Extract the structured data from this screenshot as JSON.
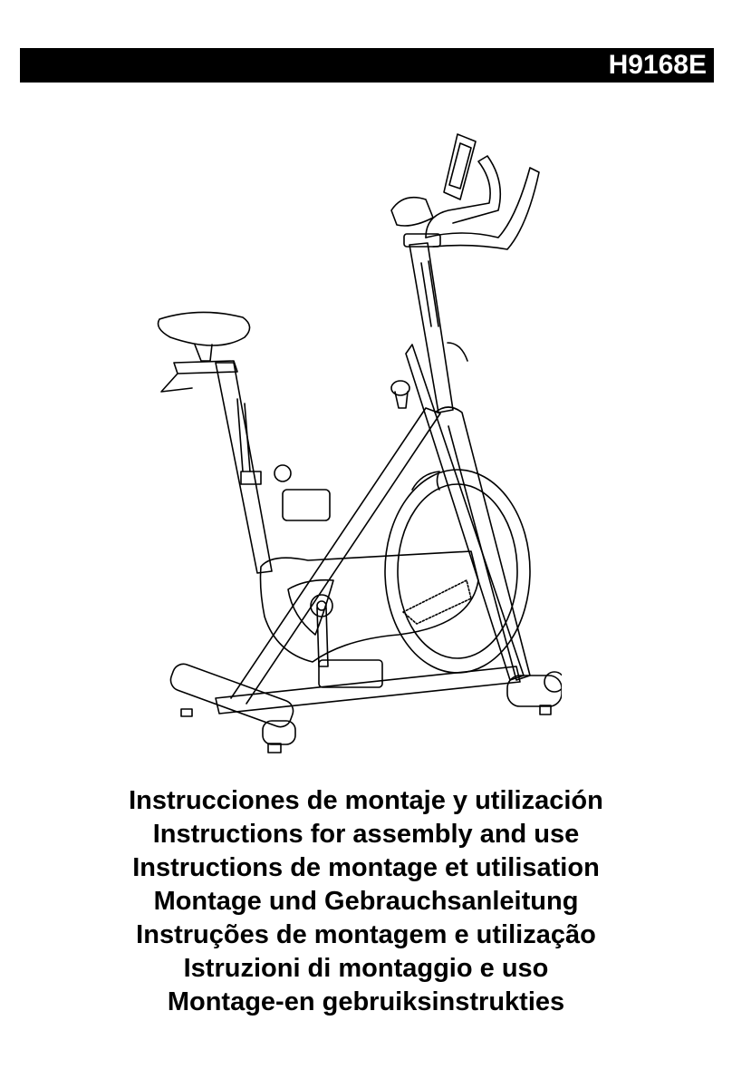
{
  "header": {
    "model_code": "H9168E"
  },
  "titles": [
    "Instrucciones de montaje y utilización",
    "Instructions for assembly and use",
    "Instructions de montage et utilisation",
    "Montage und Gebrauchsanleitung",
    "Instruções de montagem e utilização",
    "Istruzioni di montaggio e uso",
    "Montage-en gebruiksinstrukties"
  ]
}
